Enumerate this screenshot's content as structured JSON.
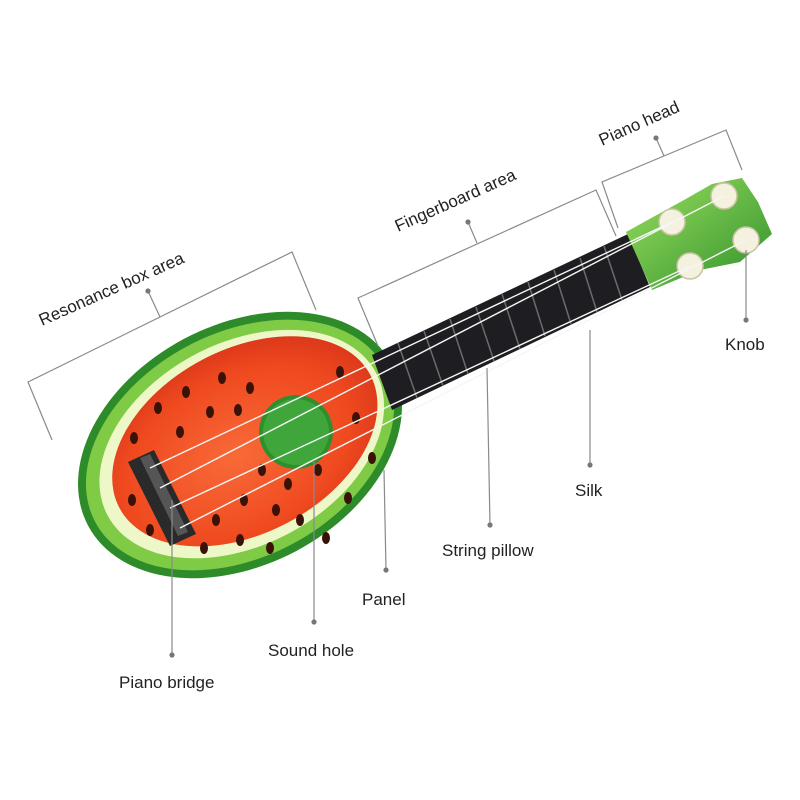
{
  "labels": {
    "resonance": "Resonance box area",
    "fingerboard": "Fingerboard area",
    "head": "Piano head",
    "knob": "Knob",
    "silk": "Silk",
    "string_pillow": "String pillow",
    "panel": "Panel",
    "sound_hole": "Sound hole",
    "bridge": "Piano bridge"
  },
  "colors": {
    "rind_dark": "#2e8b2a",
    "rind_light": "#8fd44a",
    "pith": "#eef7c8",
    "flesh": "#f0481f",
    "flesh_dark": "#c9301a",
    "seed": "#3a1208",
    "fretboard": "#1e1e22",
    "head": "#4cae3a",
    "knob": "#f4f1de"
  }
}
